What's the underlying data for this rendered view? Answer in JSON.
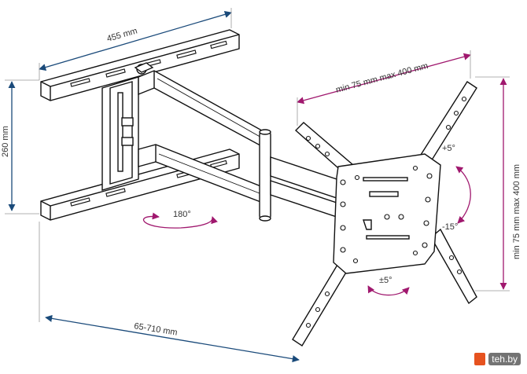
{
  "dimensions": {
    "wall_plate_width": "455 mm",
    "wall_plate_height": "260 mm",
    "extension": "65-710 mm",
    "vesa_horizontal": "min 75 mm max 400 mm",
    "vesa_vertical": "min 75 mm max 400 mm"
  },
  "rotation": {
    "swivel": "180°",
    "tilt_up": "+5°",
    "tilt_down": "-15°",
    "level": "±5°"
  },
  "colors": {
    "dimension_line": "#1a4a7a",
    "rotation_arrow": "#a0186e",
    "outline": "#111111"
  },
  "watermark": {
    "text": "teh.by"
  }
}
